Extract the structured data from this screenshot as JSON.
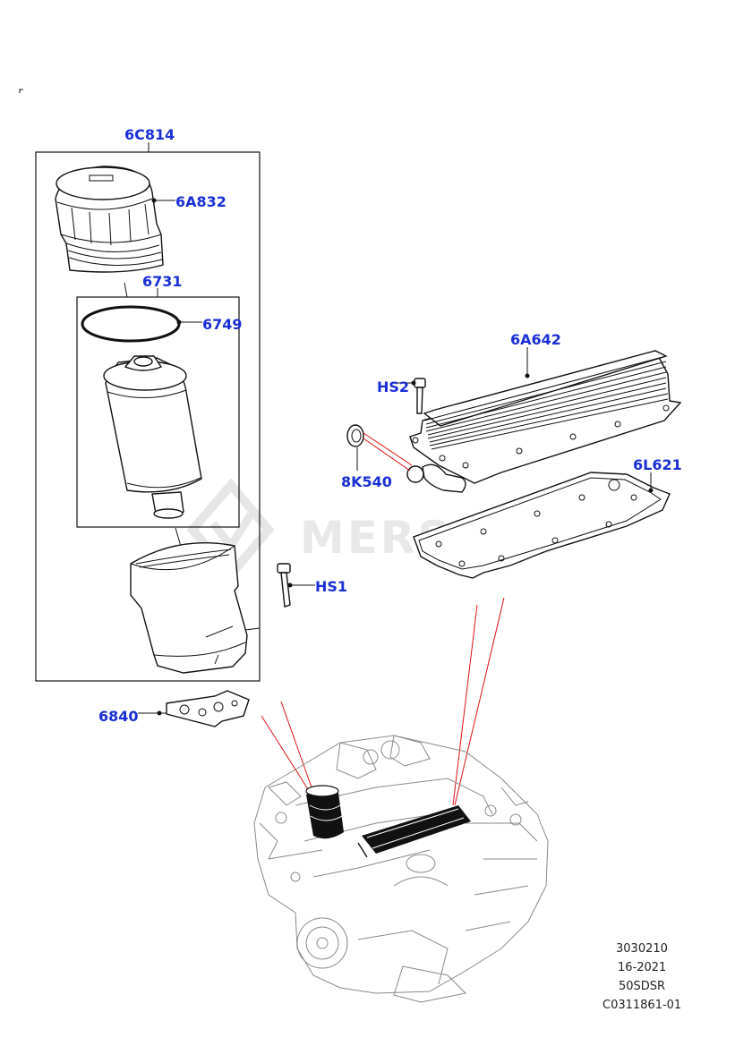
{
  "watermark": "MERSDES",
  "callouts": {
    "assembly": "6C814",
    "cap": "6A832",
    "element": "6731",
    "oring": "6749",
    "cooler": "6A642",
    "bolt_top": "HS2",
    "seal": "8K540",
    "cooler_gasket": "6L621",
    "bolt_side": "HS1",
    "housing_gasket": "6840"
  },
  "reference": {
    "code": "3030210",
    "years": "16-2021",
    "model": "50SDSR",
    "illustration": "C0311861-01"
  },
  "colors": {
    "label": "#1a2fd6",
    "highlight_line": "#e01010",
    "line_art": "#111111",
    "engine_art": "#8a8a8a"
  }
}
